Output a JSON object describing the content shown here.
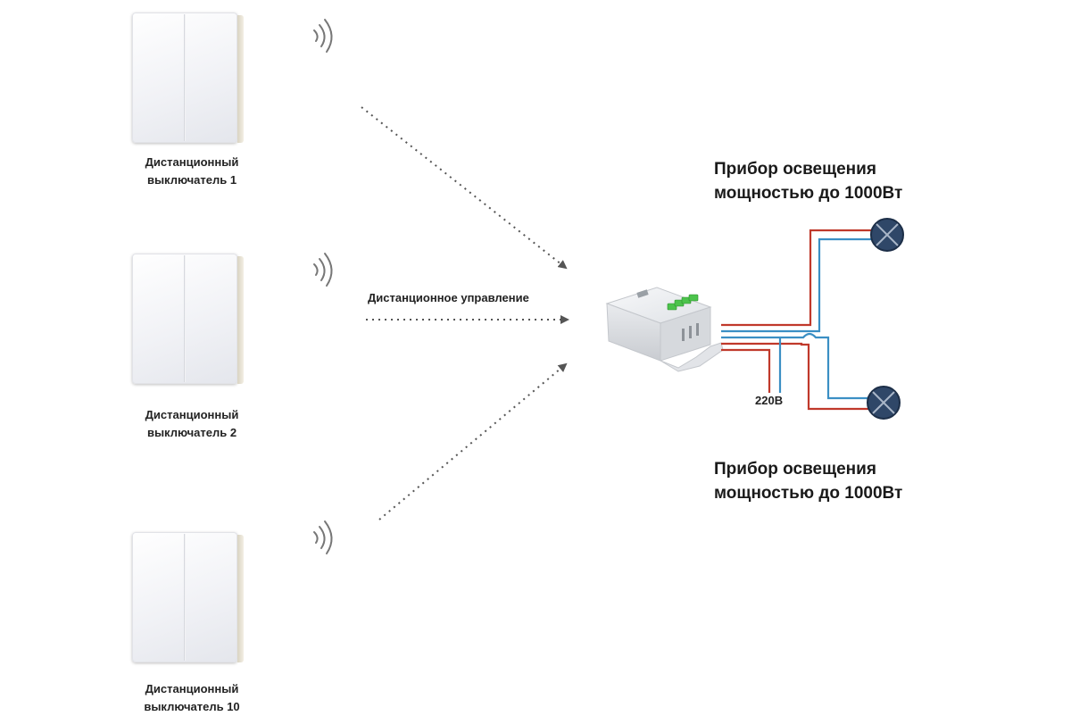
{
  "switches": [
    {
      "line1": "Дистанционный",
      "line2": "выключатель 1"
    },
    {
      "line1": "Дистанционный",
      "line2": "выключатель 2"
    },
    {
      "line1": "Дистанционный",
      "line2": "выключатель 10"
    }
  ],
  "remote_control_label": "Дистанционное управление",
  "lamps": [
    {
      "line1": "Прибор освещения",
      "line2": "мощностью до 1000Вт"
    },
    {
      "line1": "Прибор освещения",
      "line2": "мощностью до 1000Вт"
    }
  ],
  "voltage_label": "220В",
  "colors": {
    "phase_wire": "#c0392b",
    "neutral_wire": "#3b8fc4",
    "lamp_fill": "#2f4768",
    "relay_terminals": "#4cc34c",
    "arrow": "#555555"
  }
}
